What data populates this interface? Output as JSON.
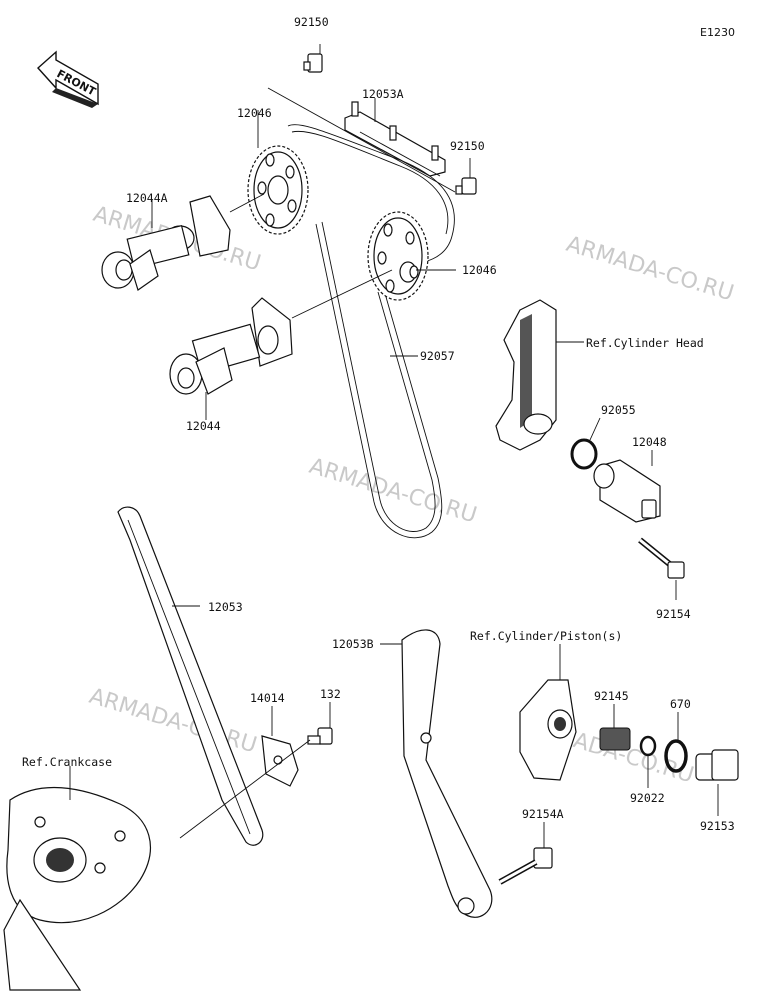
{
  "diagram_code": "E1230",
  "front_label": "FRONT",
  "watermark": "ARMADA-CO.RU",
  "parts": [
    {
      "id": "p1",
      "label": "92150"
    },
    {
      "id": "p2",
      "label": "12053A"
    },
    {
      "id": "p3",
      "label": "12046"
    },
    {
      "id": "p4",
      "label": "92150"
    },
    {
      "id": "p5",
      "label": "12044A"
    },
    {
      "id": "p6",
      "label": "12046"
    },
    {
      "id": "p7",
      "label": "Ref.Cylinder Head"
    },
    {
      "id": "p8",
      "label": "92057"
    },
    {
      "id": "p9",
      "label": "12044"
    },
    {
      "id": "p10",
      "label": "92055"
    },
    {
      "id": "p11",
      "label": "12048"
    },
    {
      "id": "p12",
      "label": "92154"
    },
    {
      "id": "p13",
      "label": "12053"
    },
    {
      "id": "p14",
      "label": "12053B"
    },
    {
      "id": "p15",
      "label": "Ref.Cylinder/Piston(s)"
    },
    {
      "id": "p16",
      "label": "14014"
    },
    {
      "id": "p17",
      "label": "132"
    },
    {
      "id": "p18",
      "label": "92145"
    },
    {
      "id": "p19",
      "label": "670"
    },
    {
      "id": "p20",
      "label": "Ref.Crankcase"
    },
    {
      "id": "p21",
      "label": "92022"
    },
    {
      "id": "p22",
      "label": "92153"
    },
    {
      "id": "p23",
      "label": "92154A"
    }
  ]
}
